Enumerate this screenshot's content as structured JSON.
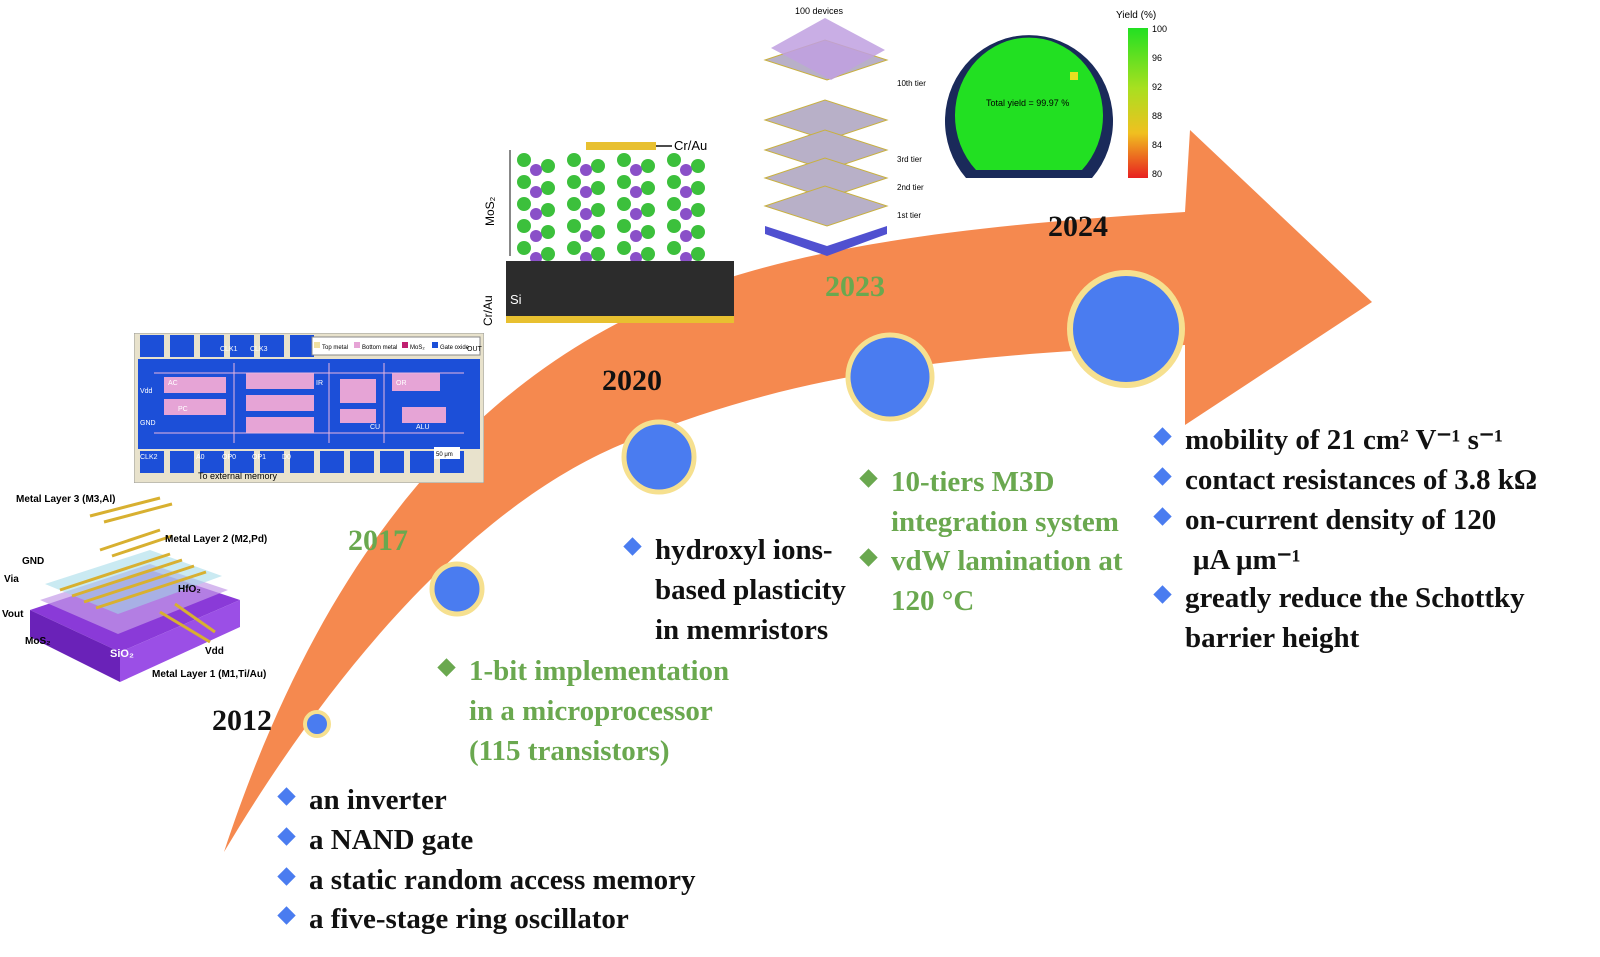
{
  "colors": {
    "arrow": "#f5894f",
    "node": "#4a7cf0",
    "node_ring": "#f6e08f",
    "green_text": "#6aa84f",
    "bullet_blue": "#4a7cf0"
  },
  "years": {
    "y2012": "2012",
    "y2017": "2017",
    "y2020": "2020",
    "y2023": "2023",
    "y2024": "2024"
  },
  "bullets_2012": [
    "an inverter",
    "a NAND gate",
    "a static random access memory",
    "a five-stage ring oscillator"
  ],
  "bullets_2017": {
    "line1": "1-bit implementation",
    "line2": "in a microprocessor",
    "line3": "(115 transistors)"
  },
  "bullets_2020": {
    "line1": "hydroxyl ions-",
    "line2": "based plasticity",
    "line3": "in memristors"
  },
  "bullets_2023": {
    "a_line1": "10-tiers M3D",
    "a_line2": "integration system",
    "b_line1": "vdW lamination at",
    "b_line2": "120 °C"
  },
  "bullets_2024": {
    "a_line1": "mobility of 21 cm² V⁻¹ s⁻¹",
    "b_line1": "contact resistances of 3.8 kΩ",
    "c_line1": "on-current density of 120",
    "c_line2": "μA μm⁻¹",
    "d_line1": "greatly reduce the Schottky",
    "d_line2": "barrier height"
  },
  "fig_2012": {
    "m3": "Metal Layer 3 (M3,Al)",
    "m2": "Metal Layer 2 (M2,Pd)",
    "m1": "Metal Layer 1 (M1,Ti/Au)",
    "gnd": "GND",
    "via": "Via",
    "hfo2": "HfO₂",
    "vout": "Vout",
    "mos2": "MoS₂",
    "sio2": "SiO₂",
    "vdd": "Vdd"
  },
  "fig_2017": {
    "clk1": "CLK1",
    "clk3": "CLK3",
    "out": "OUT",
    "vdd": "Vdd",
    "gnd": "GND",
    "clk2": "CLK2",
    "a0": "A0",
    "op0": "OP0",
    "op1": "OP1",
    "d0": "D0",
    "legend_top": "Top metal",
    "legend_bottom": "Bottom metal",
    "legend_mos2": "MoS₂",
    "legend_gate": "Gate oxide",
    "ac": "AC",
    "pc": "PC",
    "ir": "IR",
    "or": "OR",
    "cu": "CU",
    "alu": "ALU",
    "scale": "50 μm",
    "caption": "To external memory"
  },
  "fig_2020": {
    "cr_au_top": "Cr/Au",
    "mos2": "MoS₂",
    "si": "Si",
    "cr_au_bottom": "Cr/Au"
  },
  "fig_2023": {
    "title": "100 devices",
    "t10": "10th tier",
    "t3": "3rd tier",
    "t2": "2nd tier",
    "t1": "1st tier"
  },
  "fig_2024": {
    "yield_title": "Yield (%)",
    "ticks": [
      "100",
      "96",
      "92",
      "88",
      "84",
      "80"
    ],
    "total": "Total yield = 99.97 %"
  }
}
